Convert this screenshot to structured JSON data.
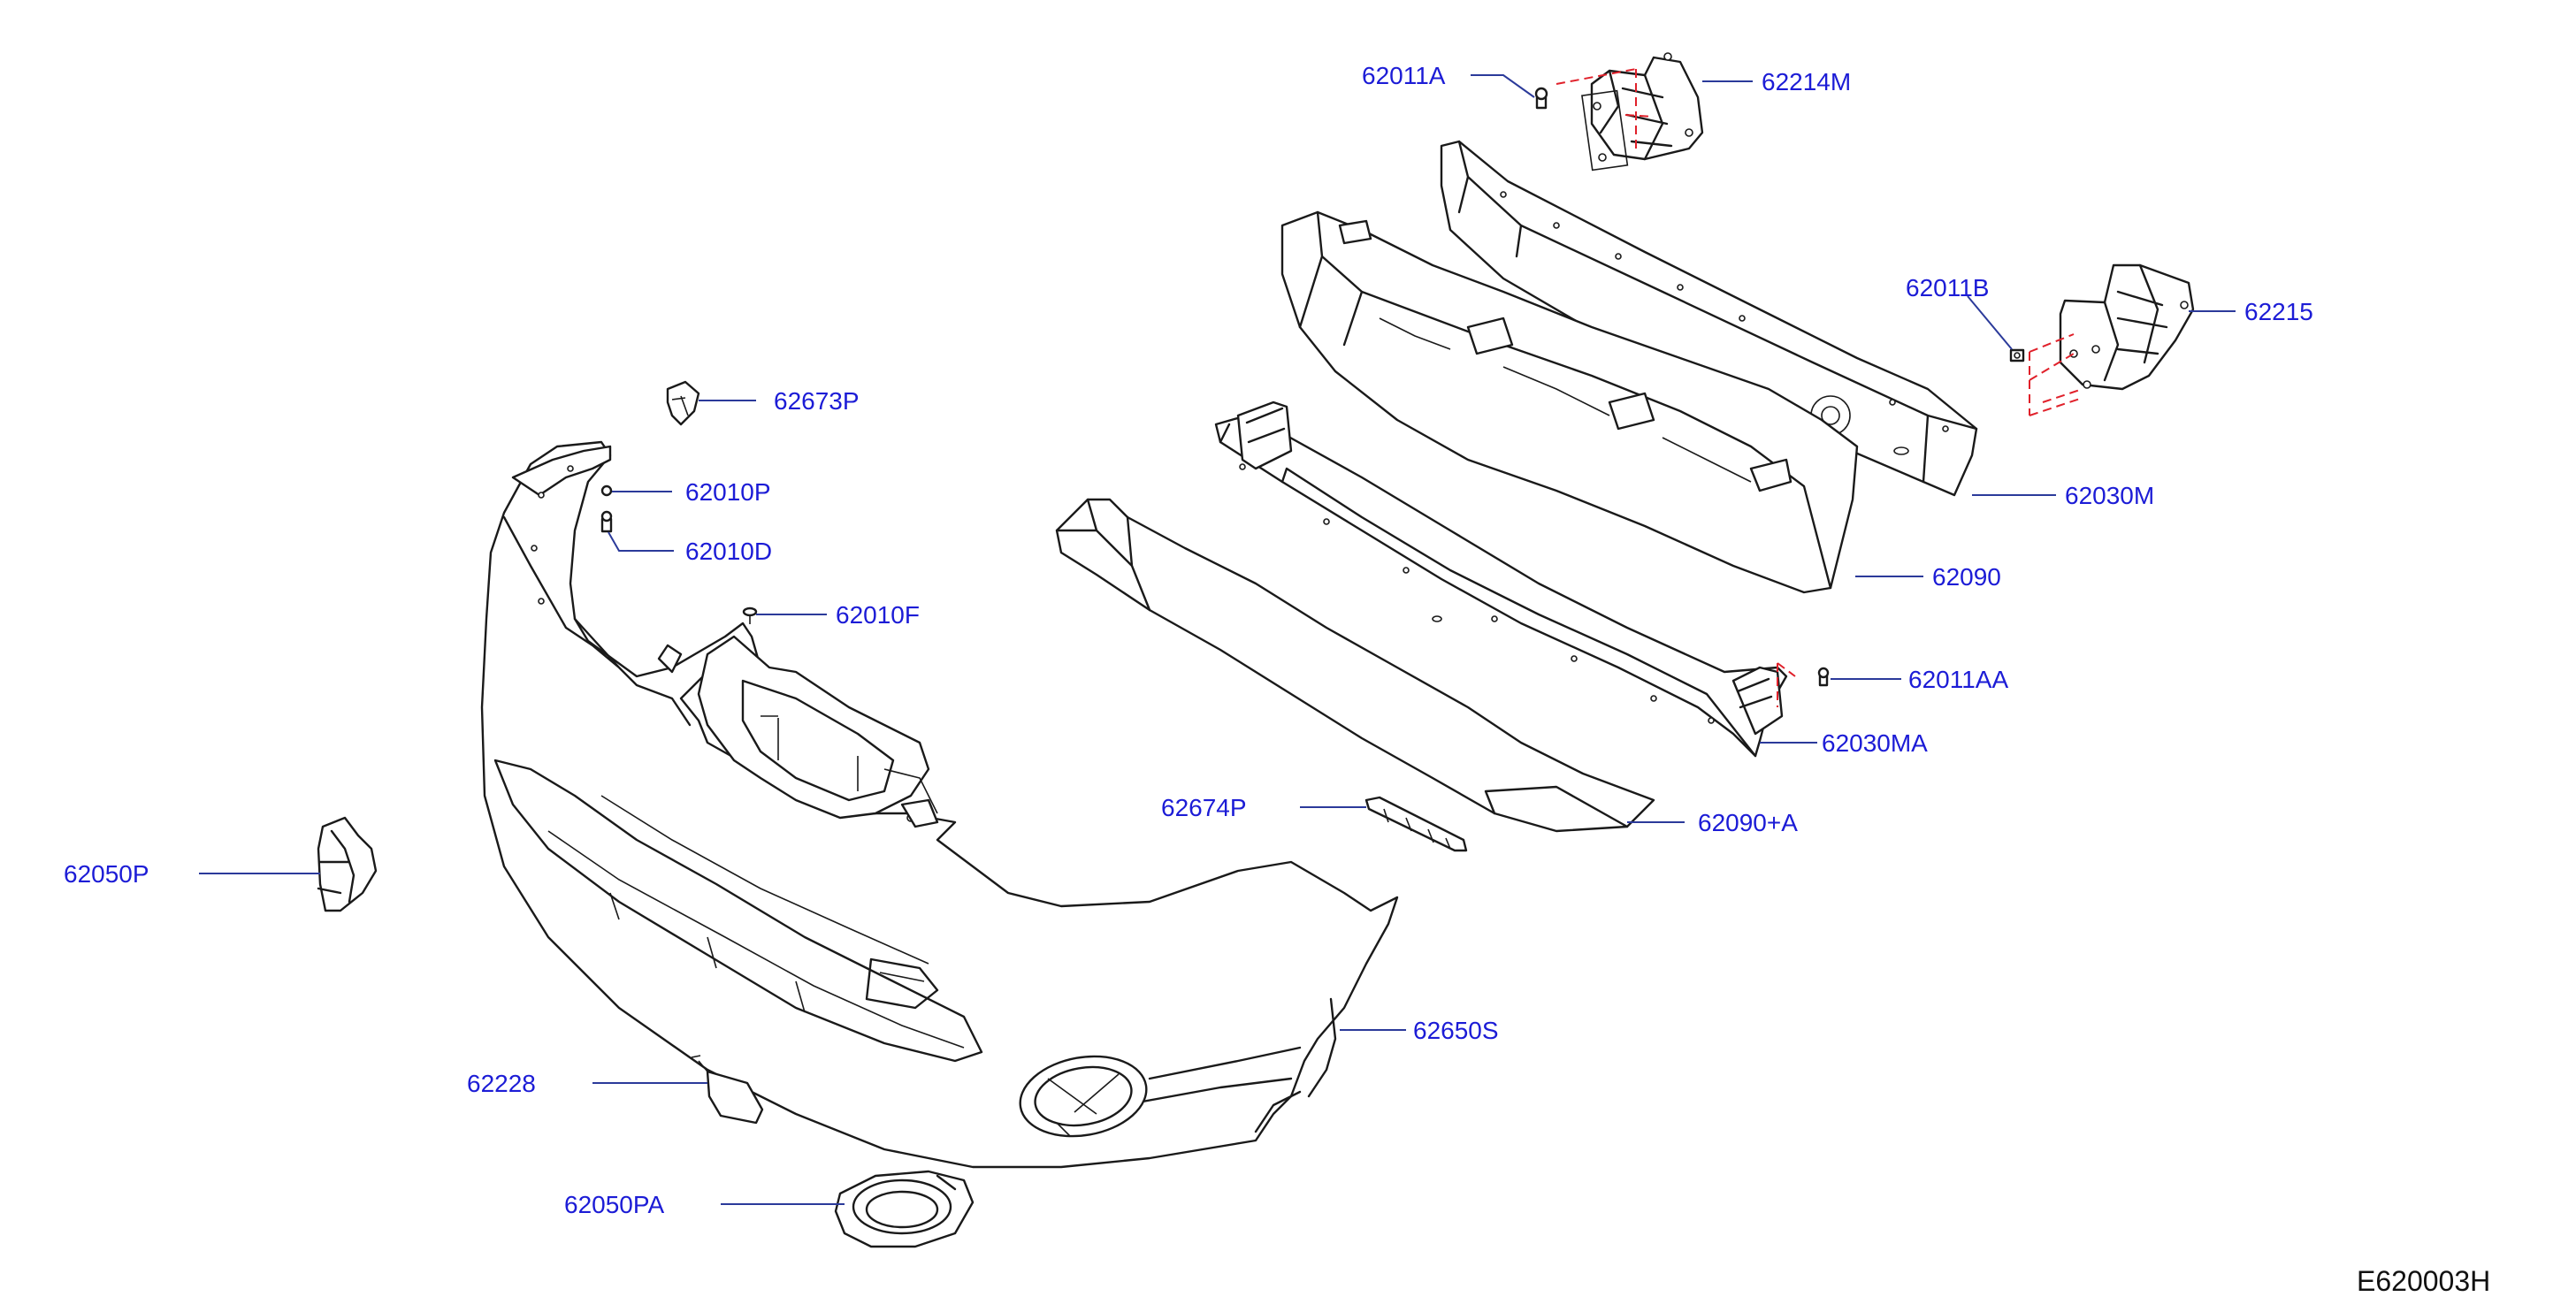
{
  "diagram": {
    "code": "E620003H",
    "callouts": [
      {
        "id": "62011A"
      },
      {
        "id": "62214M"
      },
      {
        "id": "62011B"
      },
      {
        "id": "62215"
      },
      {
        "id": "62673P"
      },
      {
        "id": "62010P"
      },
      {
        "id": "62010D"
      },
      {
        "id": "62010F"
      },
      {
        "id": "62030M"
      },
      {
        "id": "62090"
      },
      {
        "id": "62011AA"
      },
      {
        "id": "62030MA"
      },
      {
        "id": "62674P"
      },
      {
        "id": "62090+A"
      },
      {
        "id": "62050P"
      },
      {
        "id": "62650S"
      },
      {
        "id": "62228"
      },
      {
        "id": "62050PA"
      }
    ]
  },
  "colors": {
    "callout_text": "#1c1cd6",
    "leader_line": "#2b3a9a",
    "dashed_hint": "#e0202a",
    "line_art": "#1a1a1a"
  }
}
